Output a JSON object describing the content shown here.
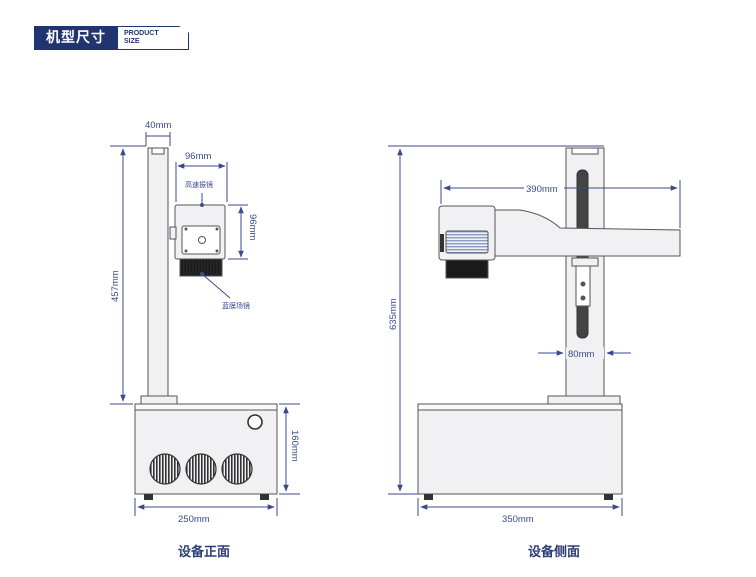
{
  "header": {
    "title": "机型尺寸",
    "sub_line1": "PRODUCT",
    "sub_line2": "SIZE"
  },
  "front": {
    "caption": "设备正面",
    "dim_column_width": "40mm",
    "dim_head_width": "96mm",
    "dim_head_height": "96mm",
    "dim_height": "457mm",
    "dim_base_height": "160mm",
    "dim_base_width": "250mm",
    "label_galvo": "高速振镜",
    "label_lens": "蓝膜场镜"
  },
  "side": {
    "caption": "设备侧面",
    "dim_arm_length": "390mm",
    "dim_height": "635mm",
    "dim_offset": "80mm",
    "dim_base_width": "350mm"
  },
  "colors": {
    "line": "#555555",
    "dim": "#3b4a8c",
    "fill": "#f1f1f3",
    "lens": "#1a1a1a",
    "accent": "#20356f"
  }
}
